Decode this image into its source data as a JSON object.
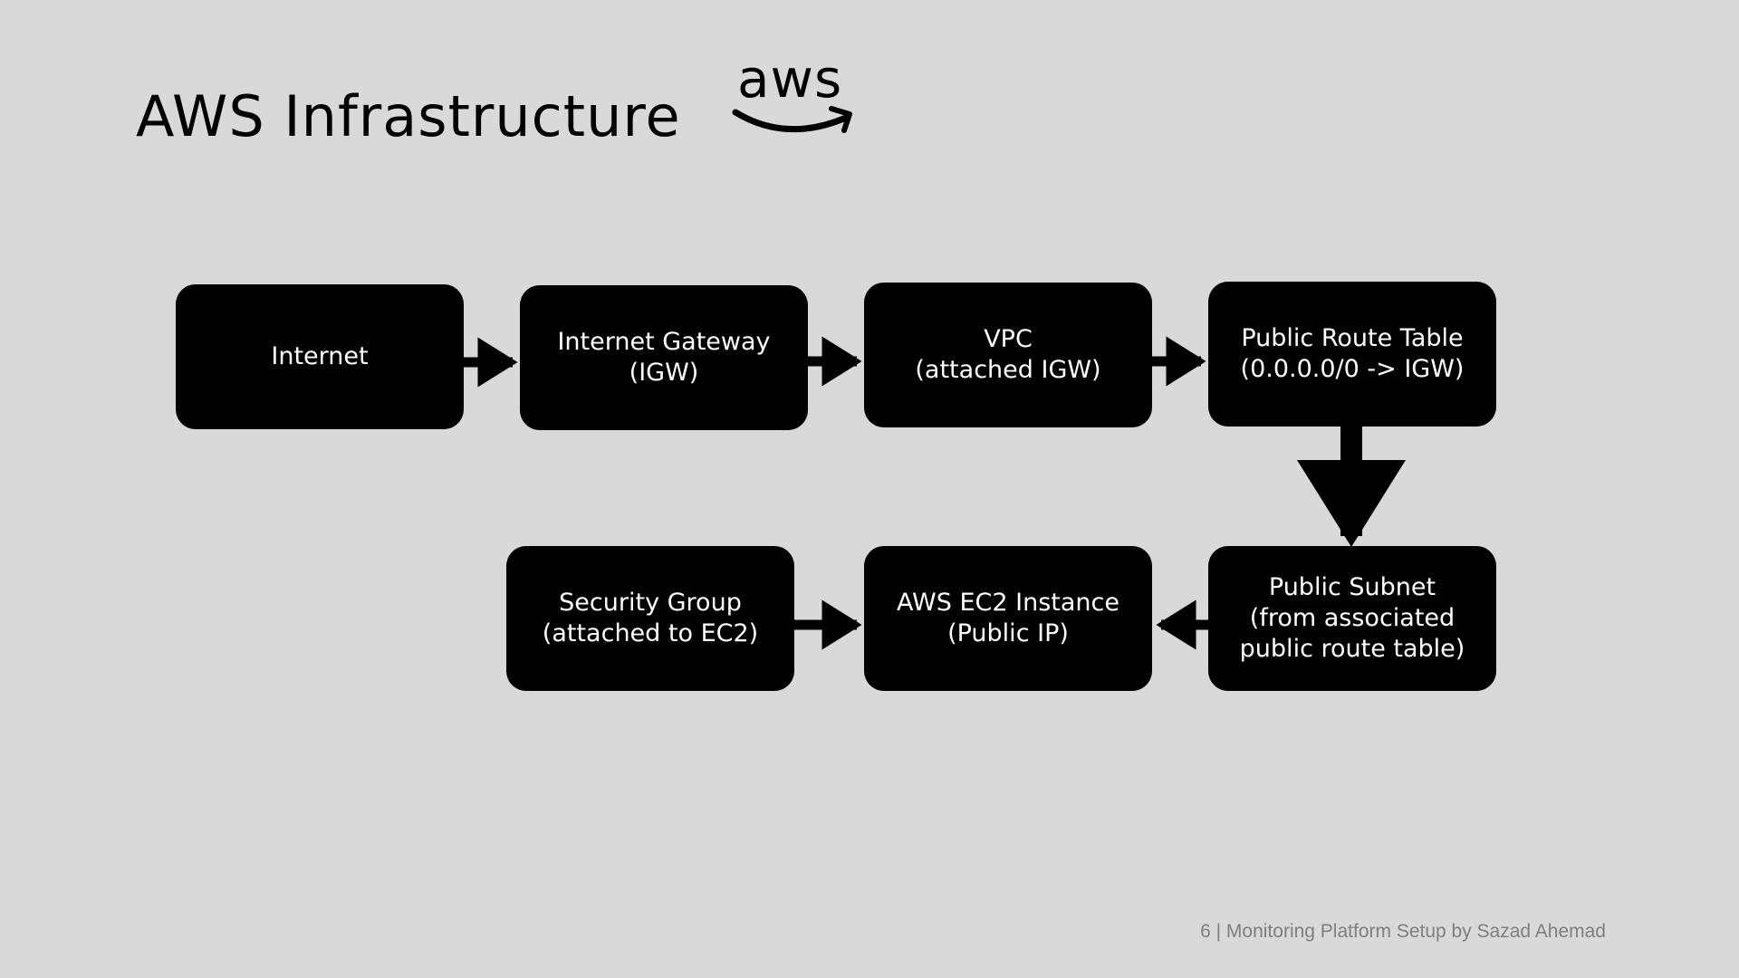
{
  "slide": {
    "title": "AWS Infrastructure",
    "logo": {
      "text": "aws",
      "icon": "aws-smile-arrow-logo"
    },
    "footer": {
      "page_number": "6",
      "separator": "|",
      "text": "Monitoring Platform Setup by Sazad Ahemad"
    }
  },
  "diagram": {
    "nodes": [
      {
        "id": "internet",
        "label": "Internet"
      },
      {
        "id": "igw",
        "label": "Internet Gateway\n(IGW)"
      },
      {
        "id": "vpc",
        "label": "VPC\n(attached IGW)"
      },
      {
        "id": "route_table",
        "label": "Public Route Table\n(0.0.0.0/0 -> IGW)"
      },
      {
        "id": "subnet",
        "label": "Public Subnet\n(from associated\npublic route table)"
      },
      {
        "id": "ec2",
        "label": "AWS EC2 Instance\n(Public IP)"
      },
      {
        "id": "security_group",
        "label": "Security Group\n(attached to EC2)"
      }
    ],
    "edges": [
      {
        "from": "internet",
        "to": "igw"
      },
      {
        "from": "igw",
        "to": "vpc"
      },
      {
        "from": "vpc",
        "to": "route_table"
      },
      {
        "from": "route_table",
        "to": "subnet"
      },
      {
        "from": "subnet",
        "to": "ec2"
      },
      {
        "from": "security_group",
        "to": "ec2"
      }
    ]
  }
}
